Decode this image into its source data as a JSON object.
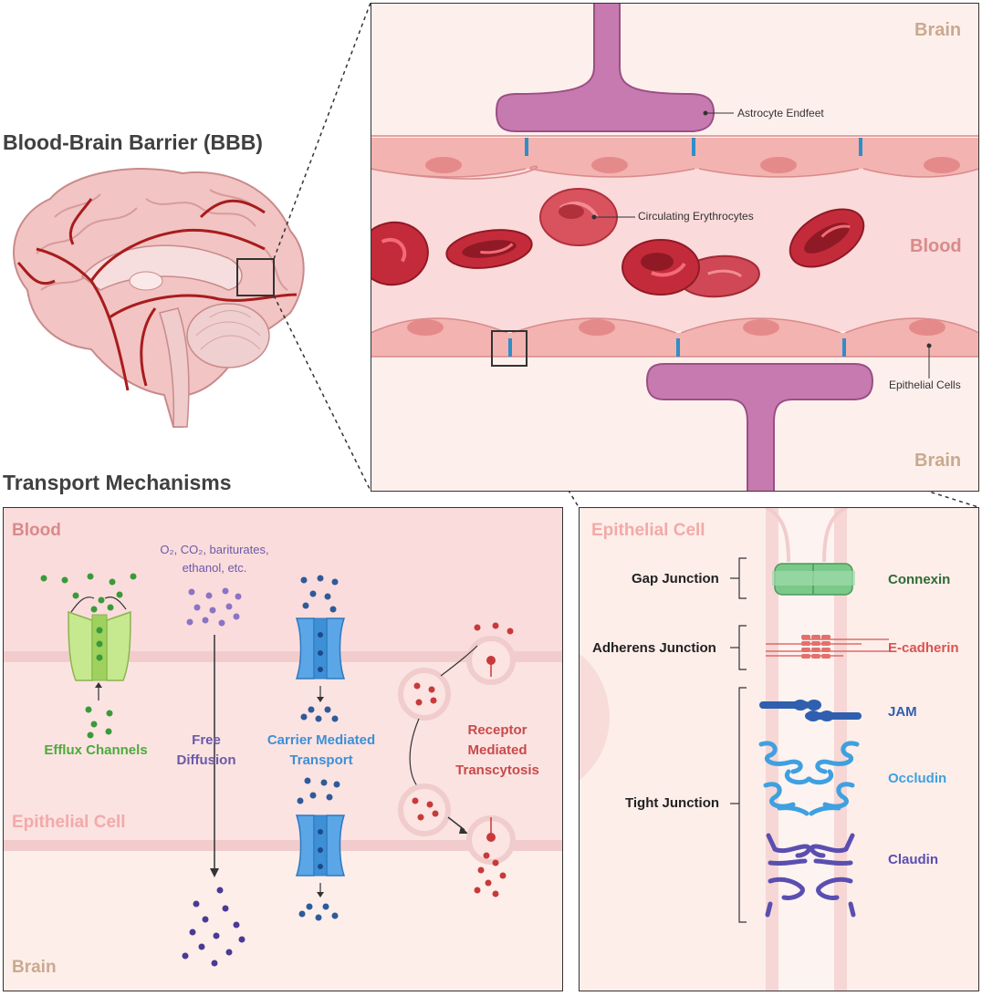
{
  "titles": {
    "bbb": "Blood-Brain Barrier (BBB)",
    "transport": "Transport Mechanisms"
  },
  "zoom_panel": {
    "brain_top": "Brain",
    "blood": "Blood",
    "brain_bottom": "Brain",
    "astrocyte_label": "Astrocyte Endfeet",
    "erythrocytes_label": "Circulating Erythrocytes",
    "epithelial_label": "Epithelial Cells"
  },
  "transport_panel": {
    "blood": "Blood",
    "epithelial": "Epithelial Cell",
    "brain": "Brain",
    "diffusion_molecules_line1": "O₂, CO₂, bariturates,",
    "diffusion_molecules_line2": "ethanol, etc.",
    "efflux": "Efflux Channels",
    "free_diffusion_1": "Free",
    "free_diffusion_2": "Diffusion",
    "carrier_1": "Carrier Mediated",
    "carrier_2": "Transport",
    "receptor_1": "Receptor",
    "receptor_2": "Mediated",
    "receptor_3": "Transcytosis"
  },
  "junction_panel": {
    "title": "Epithelial Cell",
    "junctions": [
      {
        "name": "Gap Junction",
        "protein": "Connexin"
      },
      {
        "name": "Adherens Junction",
        "protein": "E-cadherin"
      },
      {
        "name": "Tight Junction",
        "proteins": [
          "JAM",
          "Occludin",
          "Claudin"
        ]
      }
    ]
  },
  "colors": {
    "title_gray": "#404040",
    "zone_tan": "#caa98f",
    "blood_pink": "#d98a8a",
    "efflux_green": "#4cab3c",
    "diffusion_purple": "#6a5aa8",
    "carrier_blue": "#3d8fd6",
    "receptor_red": "#c84a4a",
    "connexin_green": "#2f6b34",
    "ecadherin_red": "#d9534f",
    "jam_blue": "#2f5fae",
    "occludin_blue": "#3fa0e0",
    "claudin_purple": "#5a4fb0"
  }
}
